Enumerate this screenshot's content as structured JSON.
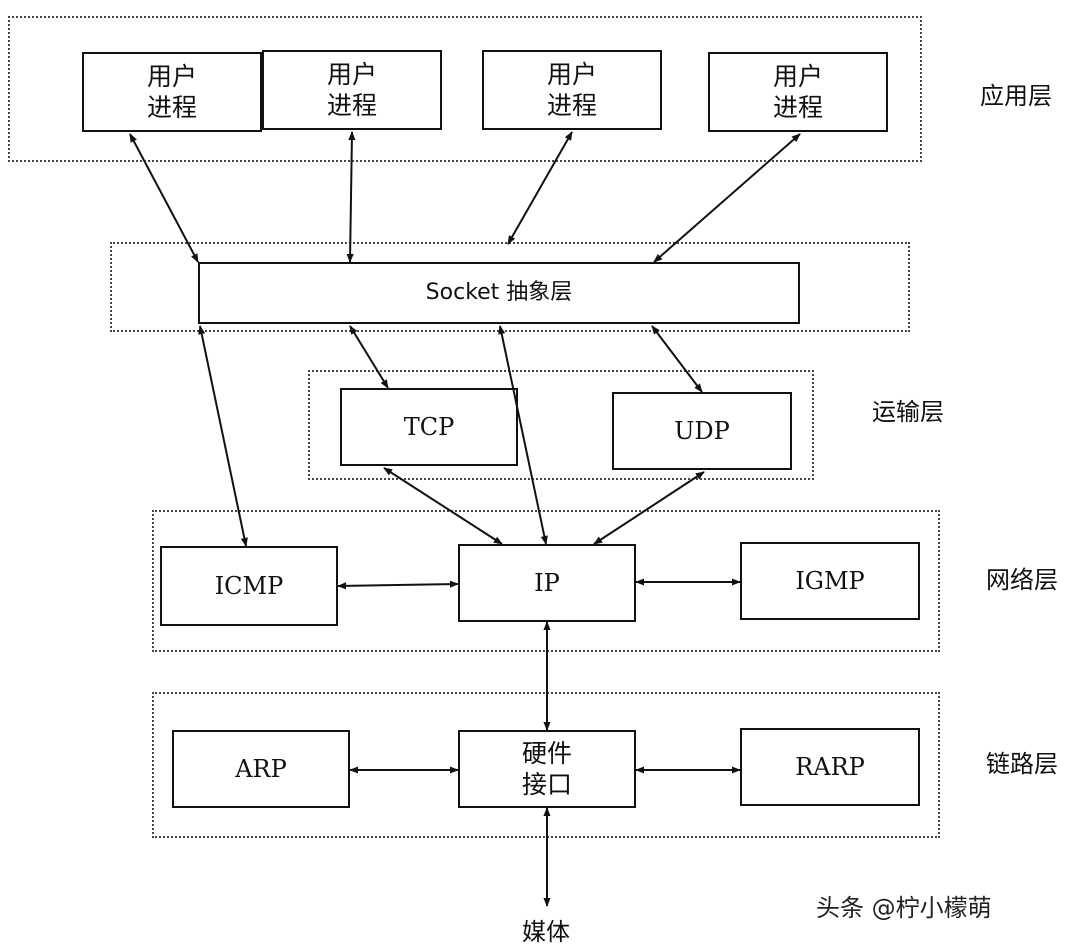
{
  "layers": {
    "application": "应用层",
    "transport": "运输层",
    "network": "网络层",
    "link": "链路层"
  },
  "nodes": {
    "user_process_1": [
      "用户",
      "进程"
    ],
    "user_process_2": [
      "用户",
      "进程"
    ],
    "user_process_3": [
      "用户",
      "进程"
    ],
    "user_process_4": [
      "用户",
      "进程"
    ],
    "socket": "Socket 抽象层",
    "tcp": "TCP",
    "udp": "UDP",
    "icmp": "ICMP",
    "ip": "IP",
    "igmp": "IGMP",
    "arp": "ARP",
    "hardware_interface": [
      "硬件",
      "接口"
    ],
    "rarp": "RARP"
  },
  "media": "媒体",
  "watermark": "头条 @柠小檬萌",
  "colors": {
    "line": "#111111",
    "background": "#ffffff"
  }
}
